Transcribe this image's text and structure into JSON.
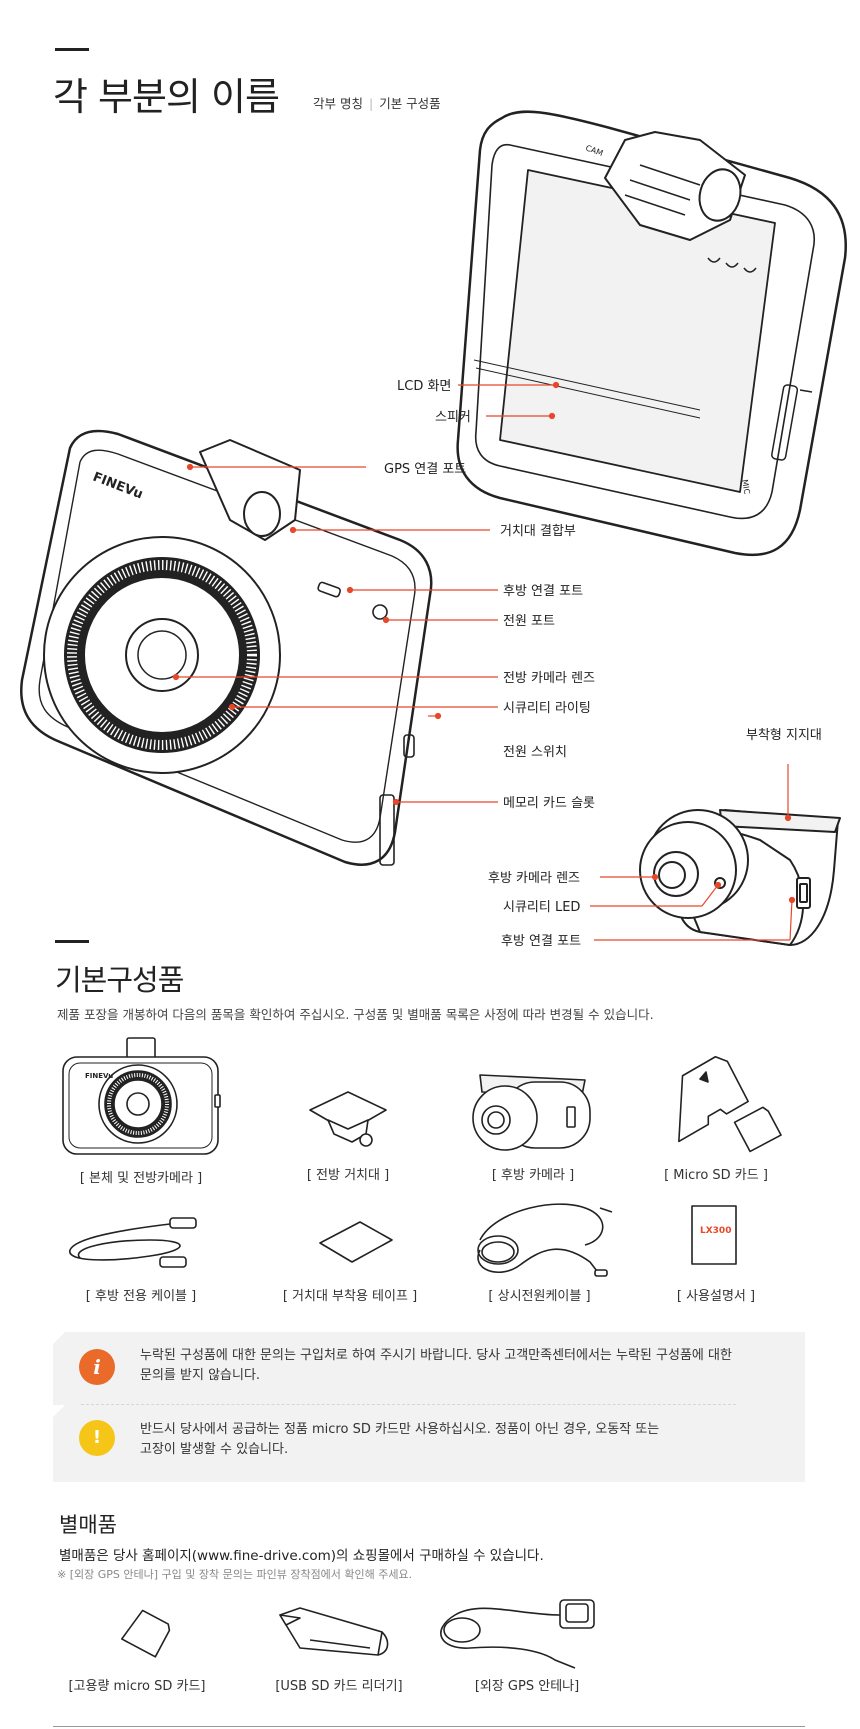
{
  "section1": {
    "title": "각 부분의 이름",
    "tab_parts": "각부 명칭",
    "tab_sep": "|",
    "tab_components": "기본 구성품"
  },
  "callouts": {
    "lcd": "LCD 화면",
    "speaker": "스피커",
    "gps_port": "GPS 연결 포트",
    "mount_joint": "거치대 결합부",
    "rear_port": "후방 연결 포트",
    "power_port": "전원 포트",
    "front_lens": "전방 카메라 렌즈",
    "security_light": "시큐리티 라이팅",
    "power_switch": "전원 스위치",
    "memory_slot": "메모리 카드 슬롯",
    "adhesive_stand": "부착형 지지대",
    "rear_lens": "후방 카메라 렌즈",
    "security_led": "시큐리티 LED",
    "rear_conn_port": "후방 연결 포트"
  },
  "device_text": {
    "brand": "FINEVu",
    "mic": "MIC",
    "cam": "CAM"
  },
  "section2": {
    "title": "기본구성품",
    "desc": "제품 포장을 개봉하여 다음의 품목을 확인하여 주십시오. 구성품 및 별매품 목록은 사정에 따라 변경될 수 있습니다.",
    "items_row1": [
      "[ 본체 및 전방카메라 ]",
      "[ 전방 거치대 ]",
      "[ 후방 카메라 ]",
      "[ Micro SD 카드 ]"
    ],
    "items_row2": [
      "[ 후방 전용 케이블 ]",
      "[ 거치대 부착용 테이프 ]",
      "[ 상시전원케이블 ]",
      "[ 사용설명서 ]"
    ],
    "manual_label": "LX300"
  },
  "notices": {
    "info_line1": "누락된 구성품에 대한 문의는 구입처로 하여 주시기 바랍니다. 당사 고객만족센터에서는 누락된 구성품에 대한",
    "info_line2": "문의를 받지 않습니다.",
    "warn_line1": "반드시 당사에서 공급하는 정품 micro SD 카드만 사용하십시오. 정품이 아닌 경우, 오동작 또는",
    "warn_line2": "고장이 발생할 수 있습니다.",
    "info_icon": "i",
    "warn_icon": "!"
  },
  "section3": {
    "title": "별매품",
    "desc": "별매품은 당사 홈페이지(www.fine-drive.com)의 쇼핑몰에서 구매하실 수 있습니다.",
    "note": "※ [외장 GPS 안테나] 구입 및 장착 문의는 파인뷰 장착점에서 확인해 주세요.",
    "items": [
      "[고용량 micro SD 카드]",
      "[USB SD 카드 리더기]",
      "[외장 GPS 안테나]"
    ]
  },
  "colors": {
    "accent": "#e8472a",
    "info": "#ea6a2a",
    "warn": "#f5c518",
    "notice_bg": "#f2f2f2"
  }
}
